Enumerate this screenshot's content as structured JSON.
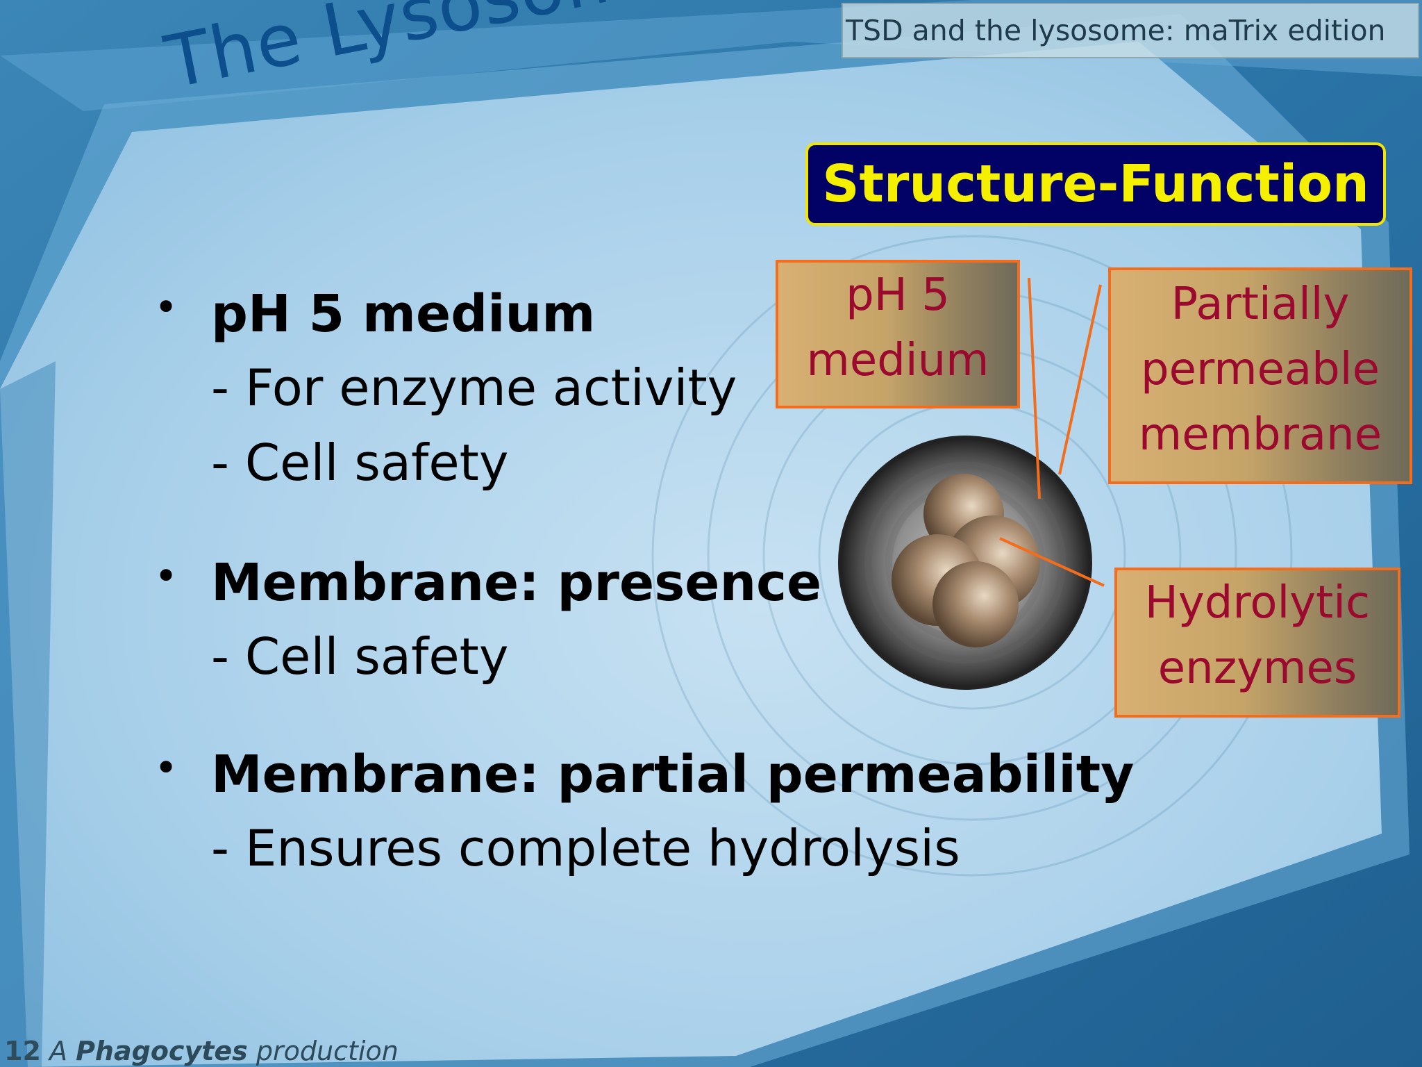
{
  "header_tag": "TSD and the lysosome: maTrix edition",
  "title": "The Lysosome’s Relationships",
  "badge": "Structure-Function",
  "bullets": [
    {
      "head": "pH 5 medium",
      "subs": [
        "- For enzyme activity",
        "- Cell safety"
      ]
    },
    {
      "head": "Membrane: presence",
      "subs": [
        "- Cell safety"
      ]
    },
    {
      "head": "Membrane: partial permeability",
      "subs": [
        "- Ensures complete hydrolysis"
      ]
    }
  ],
  "labels": {
    "ph": [
      "pH 5",
      "medium"
    ],
    "permeable": [
      "Partially",
      "permeable",
      "membrane"
    ],
    "hydrolytic": [
      "Hydrolytic",
      "enzymes"
    ]
  },
  "footer": {
    "number": "12",
    "a": "A",
    "brand": "Phagocytes",
    "suffix": "production"
  },
  "colors": {
    "title": "#0d4f8c",
    "badge_bg": "#010166",
    "badge_text": "#f5f000",
    "label_border": "#f36d1c",
    "label_text": "#9b0a2e"
  }
}
